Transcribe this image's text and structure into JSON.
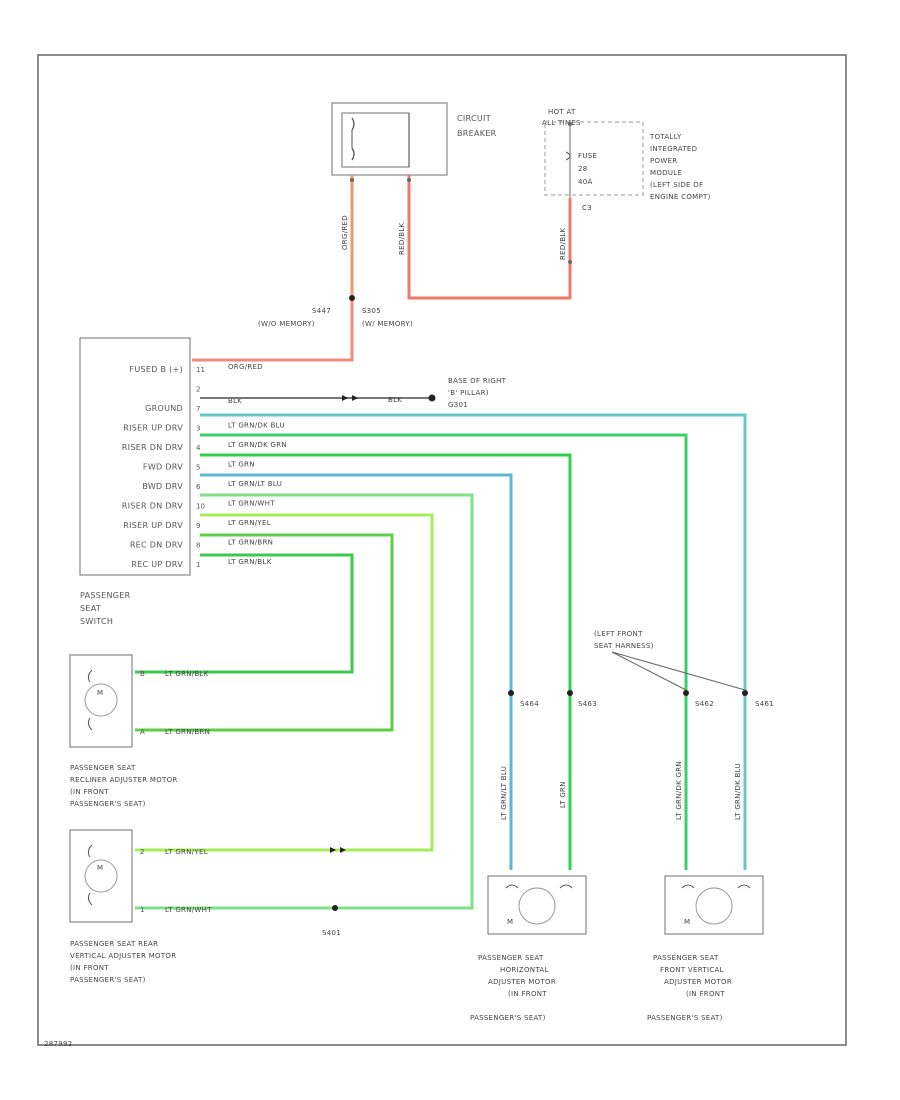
{
  "colors": {
    "green": "#2bd24a",
    "lightgreen": "#a6ec5a",
    "blue": "#5ab8d0",
    "pink": "#f08a7a",
    "red": "#e0402c",
    "gray": "#777777"
  },
  "circuit_breaker": {
    "label_1": "CIRCUIT",
    "label_2": "BREAKER"
  },
  "tipm": {
    "hot_1": "HOT AT",
    "hot_2": "ALL TIMES",
    "fuse_1": "FUSE",
    "fuse_2": "28",
    "fuse_3": "40A",
    "label": [
      "TOTALLY",
      "INTEGRATED",
      "POWER",
      "MODULE",
      "(LEFT SIDE OF",
      "ENGINE COMPT)"
    ],
    "pin": "C3"
  },
  "wire_labels": {
    "cb_left": "ORG/RED",
    "cb_right": "RED/BLK",
    "tipm": "RED/BLK"
  },
  "splices": {
    "s447": "S447",
    "s447_sub": "(W/O MEMORY)",
    "s305": "S305",
    "s305_sub": "(W/ MEMORY)"
  },
  "switch": {
    "label": [
      "PASSENGER",
      "SEAT",
      "SWITCH"
    ],
    "rows": [
      "FUSED B (+)",
      "",
      "GROUND",
      "RISER UP DRV",
      "RISER DN DRV",
      "FWD DRV",
      "BWD DRV",
      "RISER DN DRV",
      "RISER UP DRV",
      "REC DN DRV",
      "REC UP DRV"
    ],
    "pins": [
      "11",
      "2",
      "7",
      "3",
      "4",
      "5",
      "6",
      "10",
      "9",
      "8",
      "1"
    ],
    "wires": [
      "ORG/RED",
      "",
      "BLK",
      "LT GRN/DK BLU",
      "LT GRN/DK GRN",
      "LT GRN",
      "LT GRN/LT BLU",
      "LT GRN/WHT",
      "LT GRN/YEL",
      "LT GRN/BRN",
      "LT GRN/BLK"
    ]
  },
  "ground": {
    "wire": "BLK",
    "label_1": "BASE OF RIGHT",
    "label_2": "'B' PILLAR)",
    "label_3": "G301"
  },
  "harness": {
    "label_1": "(LEFT FRONT",
    "label_2": "SEAT HARNESS)"
  },
  "splice_ids": {
    "s464": "S464",
    "s463": "S463",
    "s462": "S462",
    "s461": "S461",
    "s401": "S401"
  },
  "vertical_wires": {
    "s464": "LT GRN/LT BLU",
    "s463": "LT GRN",
    "s462": "LT GRN/DK GRN",
    "s461": "LT GRN/DK BLU"
  },
  "recliner_motor": {
    "m": "M",
    "pin_a": "B",
    "pin_b": "A",
    "wire_a": "LT GRN/BLK",
    "wire_b": "LT GRN/BRN",
    "label": [
      "PASSENGER SEAT",
      "RECLINER ADJUSTER MOTOR",
      "(IN FRONT",
      "PASSENGER'S SEAT)"
    ]
  },
  "rear_vert_motor": {
    "m": "M",
    "pin_a": "2",
    "pin_b": "1",
    "wire_a": "LT GRN/YEL",
    "wire_b": "LT GRN/WHT",
    "label": [
      "PASSENGER SEAT REAR",
      "VERTICAL ADJUSTER MOTOR",
      "(IN FRONT",
      "PASSENGER'S SEAT)"
    ]
  },
  "horiz_motor": {
    "m": "M",
    "label": [
      "PASSENGER SEAT",
      "HORIZONTAL",
      "ADJUSTER MOTOR",
      "(IN FRONT",
      "PASSENGER'S SEAT)"
    ]
  },
  "front_vert_motor": {
    "m": "M",
    "label": [
      "PASSENGER SEAT",
      "FRONT VERTICAL",
      "ADJUSTER MOTOR",
      "(IN FRONT",
      "PASSENGER'S SEAT)"
    ]
  },
  "figure_id": "287992"
}
